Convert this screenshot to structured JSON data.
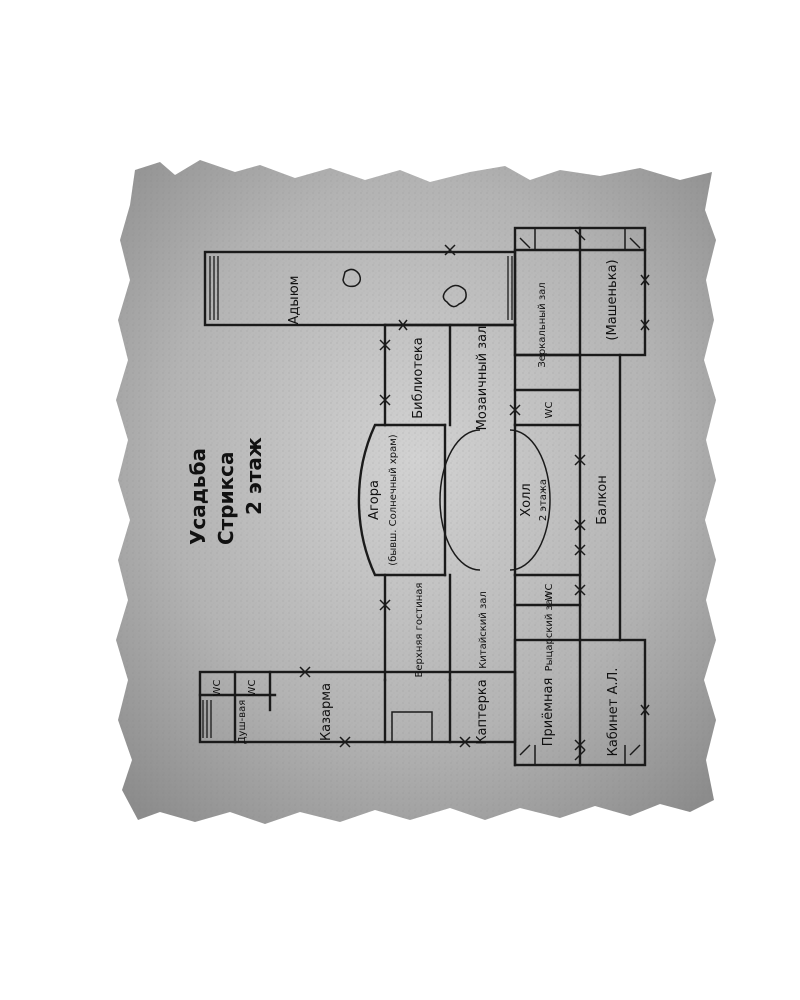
{
  "map": {
    "title_line1": "Усадьба",
    "title_line2": "Стрикса",
    "title_line3": "2 этаж",
    "rooms": {
      "adyum": "Адыюм",
      "library": "Библиотека",
      "mosaic_hall": "Мозаичный зал",
      "mirror_hall": "Зеркальный зал",
      "mashenka": "(Машенька)",
      "wc1": "WC",
      "wc2": "WC",
      "wc3": "WC",
      "wc4": "WC",
      "agora_line1": "Агора",
      "agora_line2": "(бывш. Солнечный храм)",
      "hall_2_line1": "Холл",
      "hall_2_line2": "2 этажа",
      "balcony": "Балкон",
      "upper_living": "Верхняя гостиная",
      "chinese_hall": "Китайский зал",
      "hunting_hall": "Рыцарский зал",
      "kazarma": "Казарма",
      "kapterka": "Каптерка",
      "priemnaya": "Приёмная",
      "office": "Кабинет А.Л.",
      "shower": "Душ-вая"
    }
  }
}
